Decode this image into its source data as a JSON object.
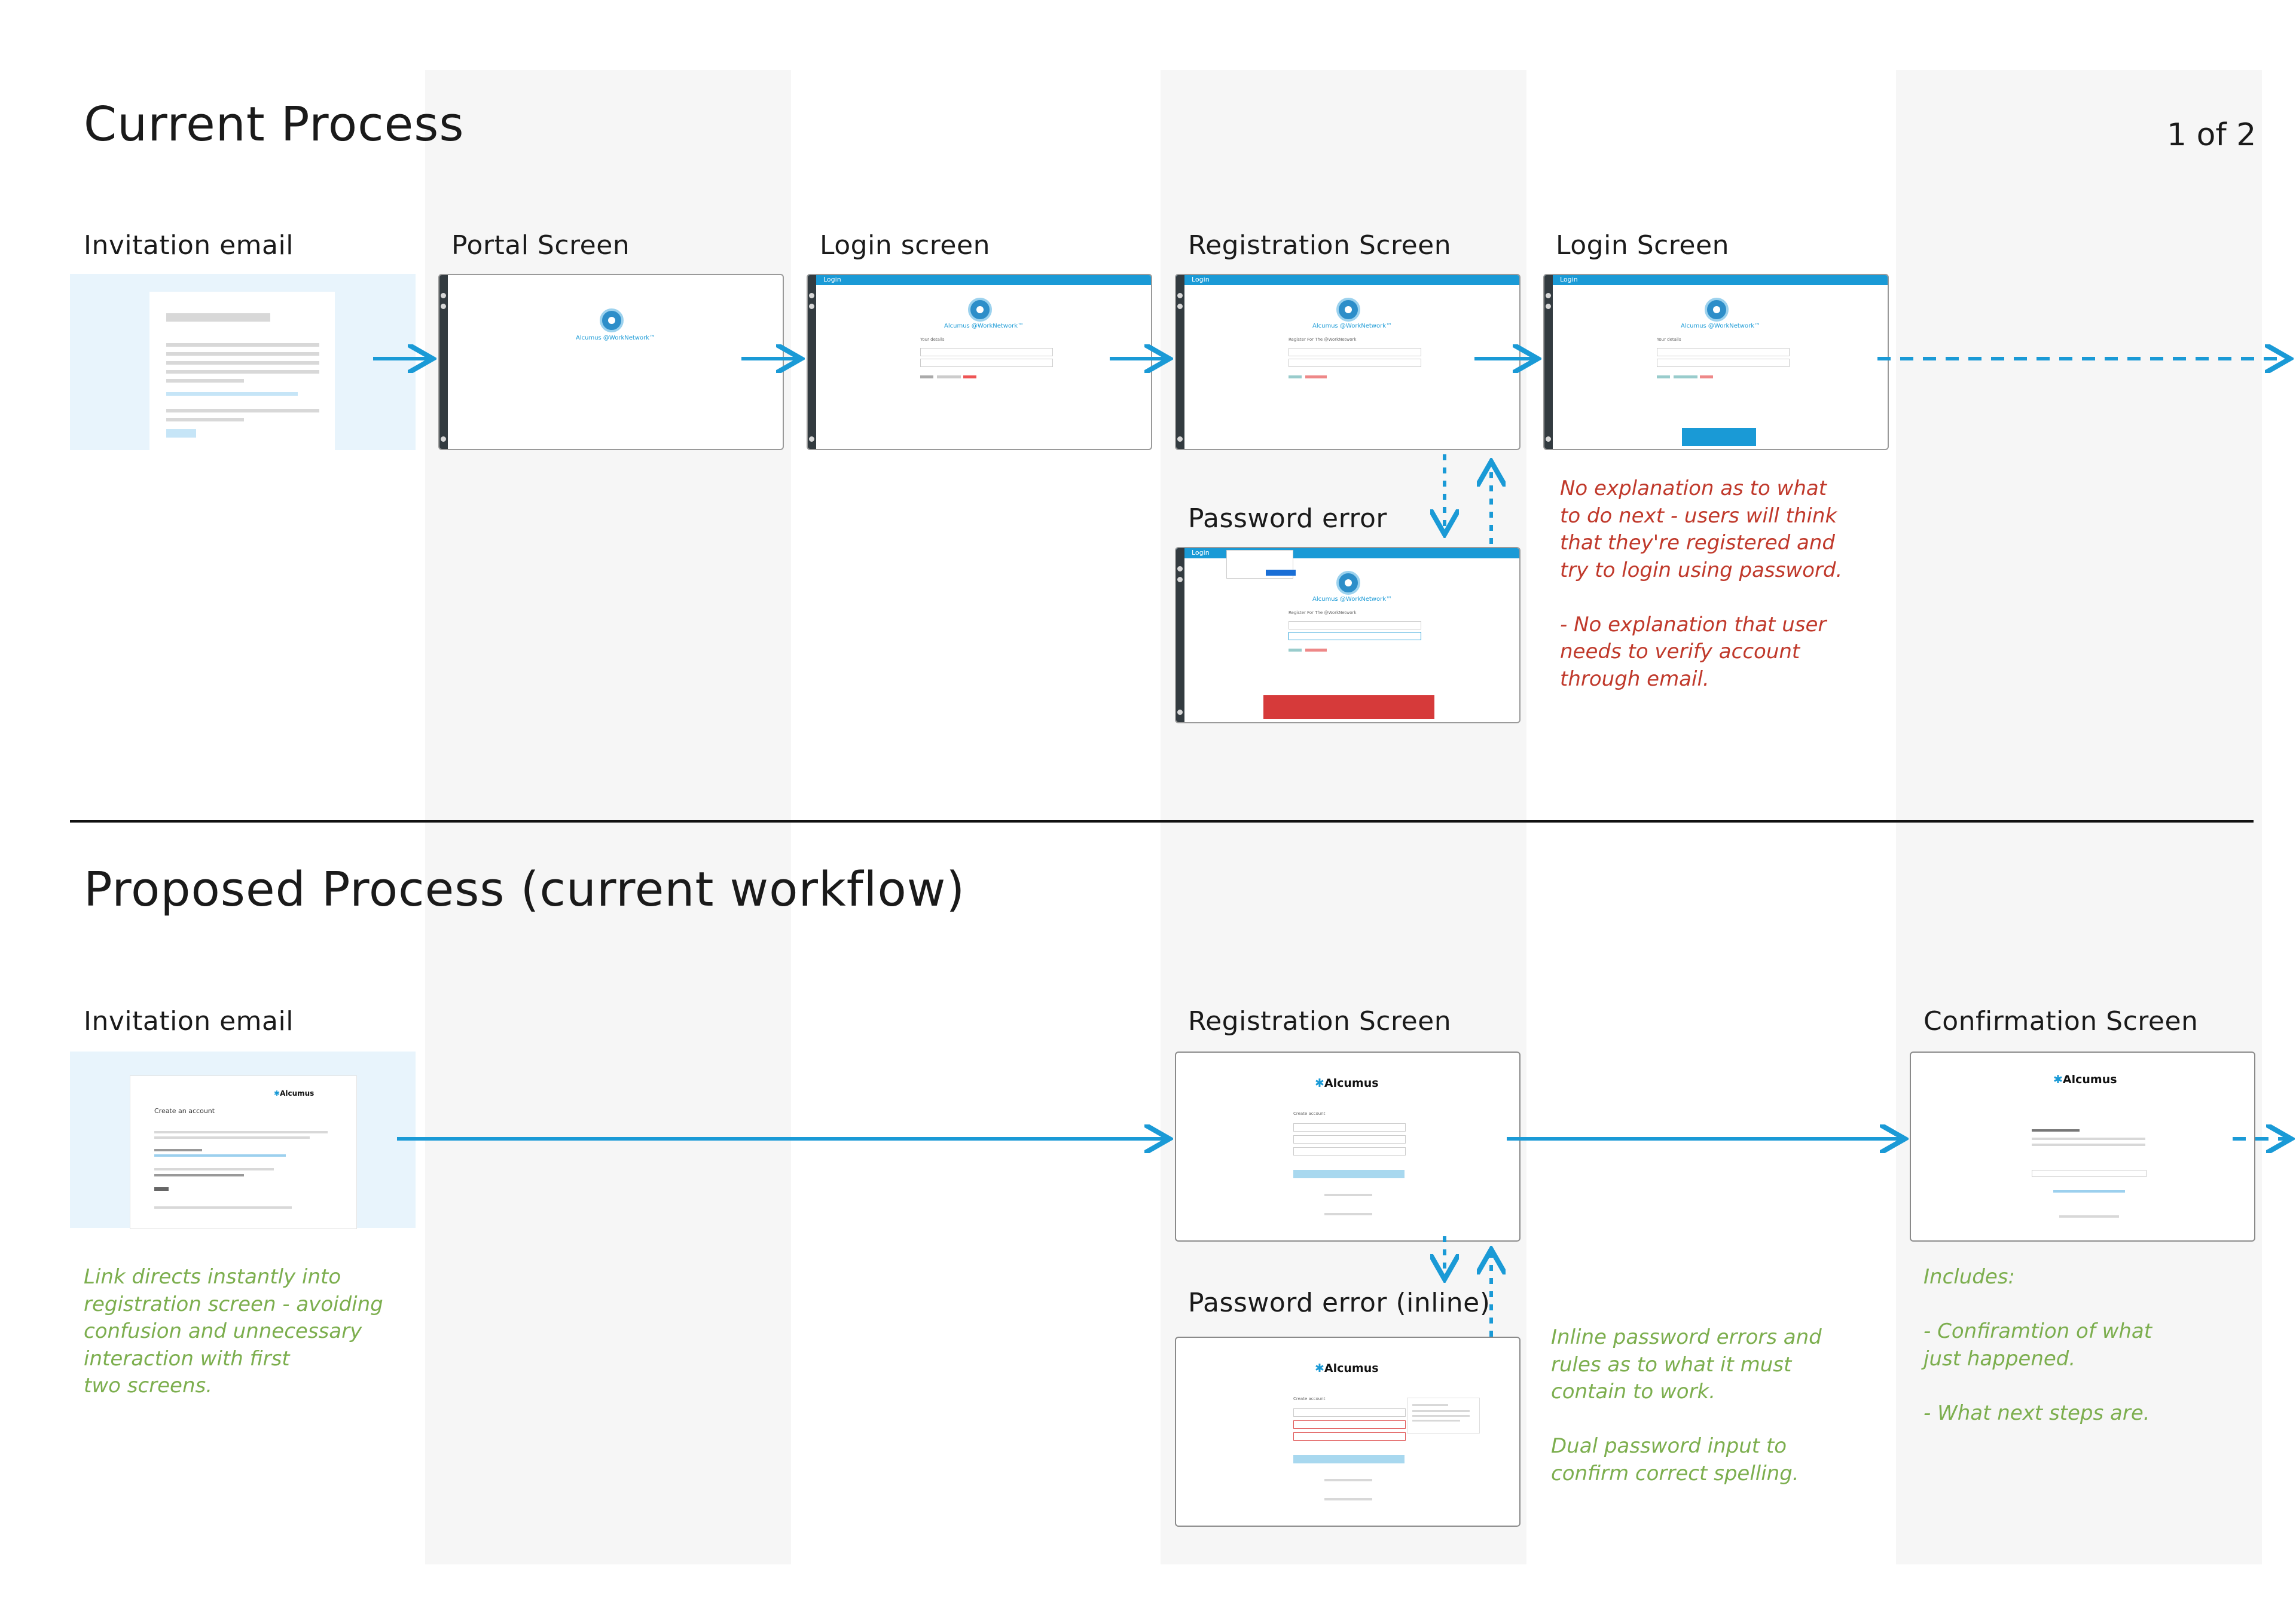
{
  "colors": {
    "arrow": "#1A9AD6",
    "negative_note": "#C0392B",
    "positive_note": "#7CAE4E",
    "band": "#F6F6F6"
  },
  "page_number": "1 of 2",
  "current": {
    "title": "Current Process",
    "steps": {
      "invitation_email": "Invitation email",
      "portal_screen": "Portal Screen",
      "login_screen": "Login screen",
      "registration_screen": "Registration Screen",
      "login_screen_2": "Login Screen",
      "password_error": "Password error"
    },
    "thumb_text": {
      "login_tab": "Login",
      "brand": "Alcumus @WorkNetwork™",
      "your_details": "Your details",
      "register_heading": "Register For The @WorkNetwork"
    },
    "note": "No explanation as to what\nto do next - users will think\nthat they're registered and\ntry to login using password.\n\n- No explanation that user\nneeds to verify account\nthrough email."
  },
  "proposed": {
    "title": "Proposed Process (current workflow)",
    "steps": {
      "invitation_email": "Invitation email",
      "registration_screen": "Registration Screen",
      "password_error_inline": "Password error (inline)",
      "confirmation_screen": "Confirmation Screen"
    },
    "thumb_text": {
      "logo": "Alcumus",
      "create_account": "Create an account",
      "create_account_short": "Create account"
    },
    "notes": {
      "email": "Link directs instantly into\nregistration screen - avoiding\nconfusion and unnecessary\ninteraction with first\ntwo screens.",
      "password": "Inline password errors and\nrules as to what it must\ncontain to work.\n\nDual password input to\nconfirm correct spelling.",
      "confirmation": "Includes:\n\n - Confiramtion of what\n   just happened.\n\n - What next steps are."
    }
  }
}
